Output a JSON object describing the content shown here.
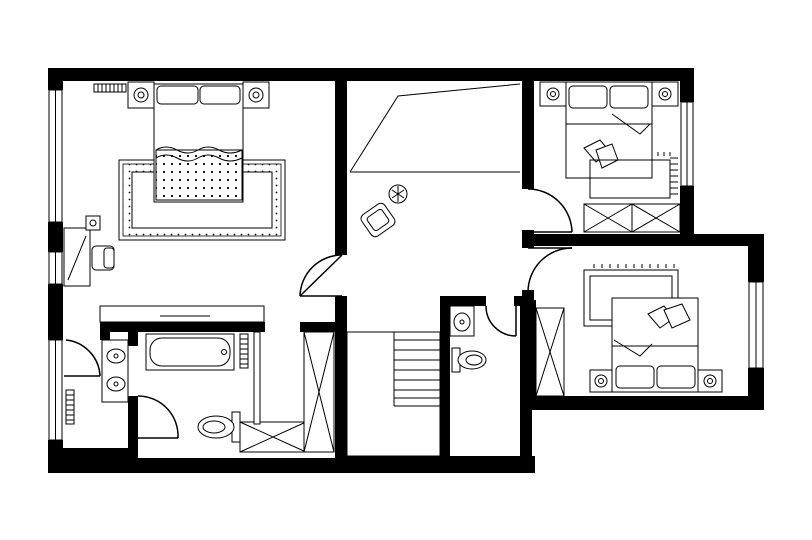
{
  "plan": {
    "wall_color": "#000000",
    "background": "#ffffff",
    "rooms": [
      {
        "id": "master-bedroom",
        "label": ""
      },
      {
        "id": "hall-landing",
        "label": ""
      },
      {
        "id": "bedroom-north-east",
        "label": ""
      },
      {
        "id": "bedroom-south-east",
        "label": ""
      },
      {
        "id": "master-bathroom",
        "label": ""
      },
      {
        "id": "toilet",
        "label": ""
      },
      {
        "id": "stairwell",
        "label": ""
      }
    ],
    "fixtures": [
      "double-bed",
      "double-bed",
      "single-bed",
      "bathtub",
      "toilet",
      "toilet",
      "washbasin",
      "washbasin",
      "washbasin",
      "armchair",
      "armchair",
      "desk",
      "wardrobe",
      "wardrobe",
      "radiator",
      "radiator",
      "rug",
      "plant"
    ]
  }
}
